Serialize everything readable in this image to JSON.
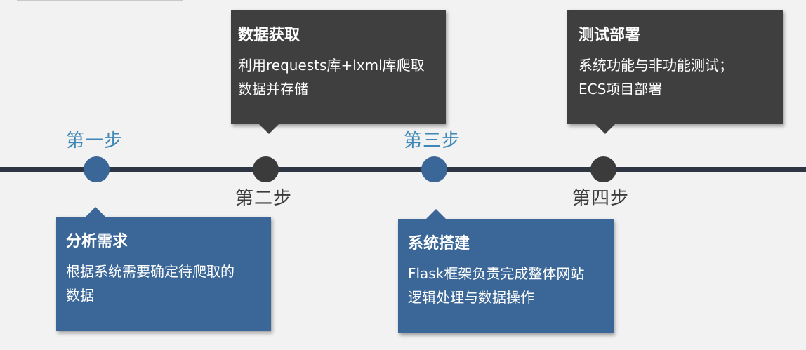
{
  "steps": [
    {
      "label": "第一步",
      "title": "分析需求",
      "desc": [
        "根据系统需要确定待爬取的",
        "数据"
      ]
    },
    {
      "label": "第二步",
      "title": "数据获取",
      "desc": [
        "利用requests库+lxml库爬取",
        "数据并存储"
      ]
    },
    {
      "label": "第三步",
      "title": "系统搭建",
      "desc": [
        "Flask框架负责完成整体网站",
        "逻辑处理与数据操作"
      ]
    },
    {
      "label": "第四步",
      "title": "测试部署",
      "desc": [
        "系统功能与非功能测试；",
        "ECS项目部署"
      ]
    }
  ],
  "colors": {
    "blue": "#3a6797",
    "dark": "#3f3f3f",
    "label_blue": "#3c87b6",
    "line": "#2e3644"
  }
}
